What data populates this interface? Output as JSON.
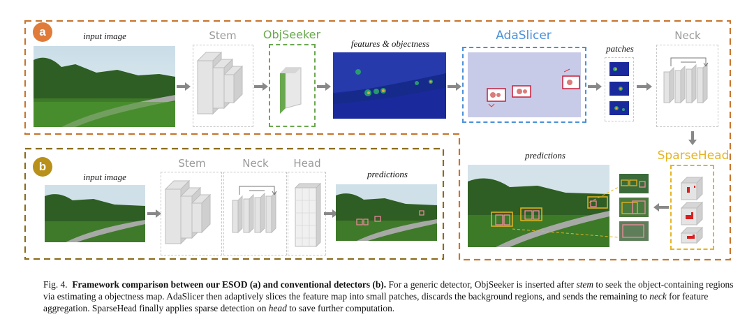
{
  "panel_a": {
    "badge": "a",
    "input_label": "input image",
    "stem_label": "Stem",
    "objseeker_label": "ObjSeeker",
    "features_label": "features & objectness",
    "adaslicer_label": "AdaSlicer",
    "patches_label": "patches",
    "neck_label": "Neck",
    "sparsehead_label": "SparseHead",
    "predictions_label": "predictions"
  },
  "panel_b": {
    "badge": "b",
    "input_label": "input image",
    "stem_label": "Stem",
    "neck_label": "Neck",
    "head_label": "Head",
    "predictions_label": "predictions"
  },
  "colors": {
    "frame_brown": "#c8762f",
    "frame_olive": "#8a6d1c",
    "badge_a": "#e07b3a",
    "badge_b": "#b8901a",
    "objseeker_green": "#6aa84f",
    "adaslicer_blue": "#4a90d9",
    "sparsehead_yellow": "#e6b422"
  },
  "caption": {
    "fig_label": "Fig. 4.",
    "bold_title": "Framework comparison between our ESOD (a) and conventional detectors (b).",
    "t1": " For a generic detector, ObjSeeker is inserted after ",
    "e1": "stem",
    "t2": " to seek the object-containing regions via estimating a objectness map. AdaSlicer then adaptively slices the feature map into small patches, discards the background regions, and sends the remaining to ",
    "e2": "neck",
    "t3": " for feature aggregation. SparseHead finally applies sparse detection on ",
    "e3": "head",
    "t4": " to save further computation."
  }
}
